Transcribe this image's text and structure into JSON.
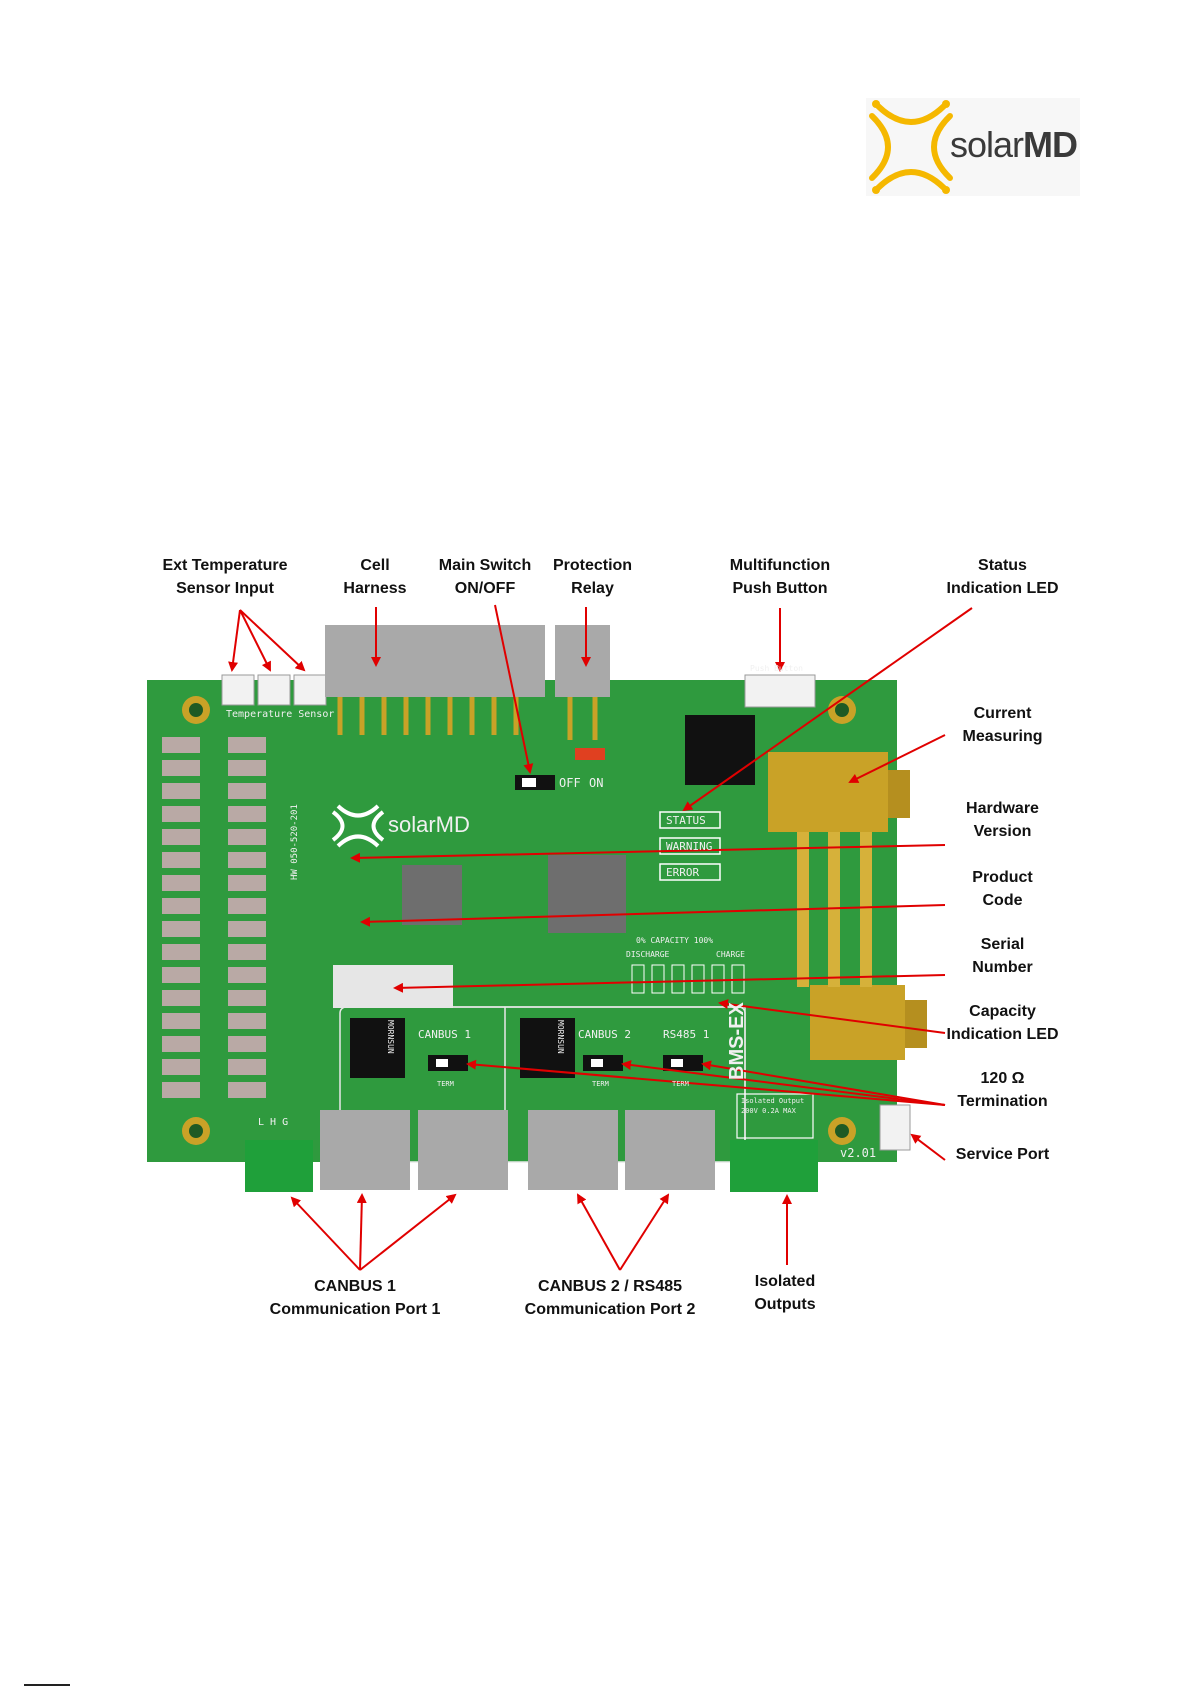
{
  "logo": {
    "text_light": "solar",
    "text_bold": "MD",
    "board_text": "solarMD"
  },
  "colors": {
    "board": "#2f9a3e",
    "arrow": "#e00000",
    "connector": "#a9a9a9",
    "brass": "#c9a227",
    "logo_yellow": "#f5b800"
  },
  "labels": {
    "ext_temp": "Ext Temperature\nSensor Input",
    "cell_harness": "Cell\nHarness",
    "main_switch": "Main Switch\nON/OFF",
    "protection_relay": "Protection\nRelay",
    "multifunction": "Multifunction\nPush Button",
    "status_led": "Status\nIndication LED",
    "current_measuring": "Current\nMeasuring",
    "hardware_version": "Hardware\nVersion",
    "product_code": "Product\nCode",
    "serial_number": "Serial\nNumber",
    "capacity_led": "Capacity\nIndication LED",
    "termination": "120 Ω\nTermination",
    "service_port": "Service Port",
    "canbus1_port": "CANBUS 1\nCommunication Port 1",
    "canbus2_port": "CANBUS 2 / RS485\nCommunication Port 2",
    "isolated_outputs": "Isolated\nOutputs"
  },
  "board": {
    "temp_sensor": "Temperature Sensor",
    "off": "OFF",
    "on": "ON",
    "status": "STATUS",
    "warning": "WARNING",
    "error": "ERROR",
    "capacity": "0%  CAPACITY  100%",
    "discharge": "DISCHARGE",
    "charge": "CHARGE",
    "canbus1": "CANBUS 1",
    "canbus2": "CANBUS 2",
    "rs485": "RS485 1",
    "term": "TERM",
    "model": "BMS-EX",
    "version": "v2.01",
    "lhg": "L  H  G",
    "isolated_output": "Isolated Output",
    "isolated_rating": "200V 0.2A MAX",
    "push_button": "Push Button",
    "hw_code": "HW 050-520-201",
    "mornsun": "MORNSUN"
  }
}
